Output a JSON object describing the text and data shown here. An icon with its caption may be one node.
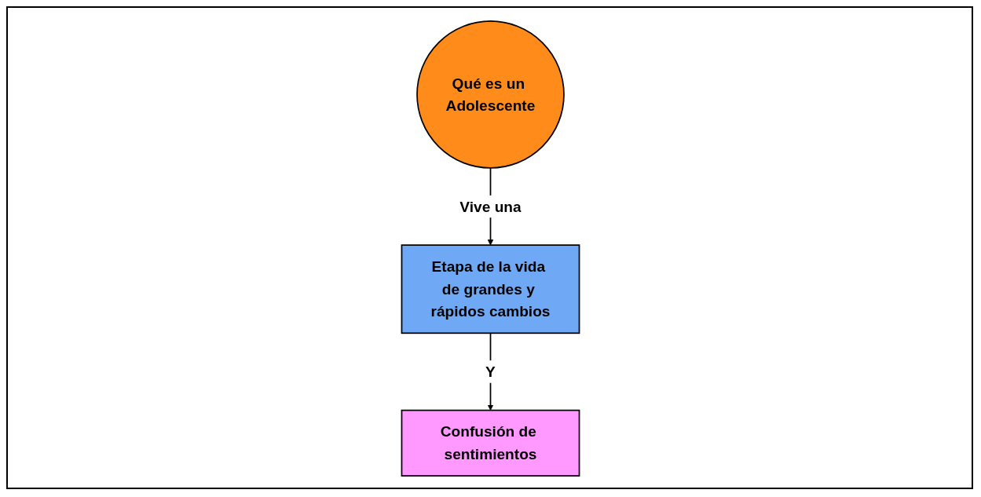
{
  "diagram": {
    "nodes": [
      {
        "text": [
          "Qué es un Adolescente"
        ]
      },
      {
        "text": [
          "Etapa de la vida de grandes y rápidos cambios"
        ]
      },
      {
        "text": [
          "Confusión de sentimientos"
        ]
      }
    ],
    "edges": [
      {
        "from": 0,
        "to": 1,
        "arrow": "to",
        "label": "Vive una"
      },
      {
        "from": 1,
        "to": 2,
        "arrow": "to",
        "label": "Y"
      }
    ]
  }
}
